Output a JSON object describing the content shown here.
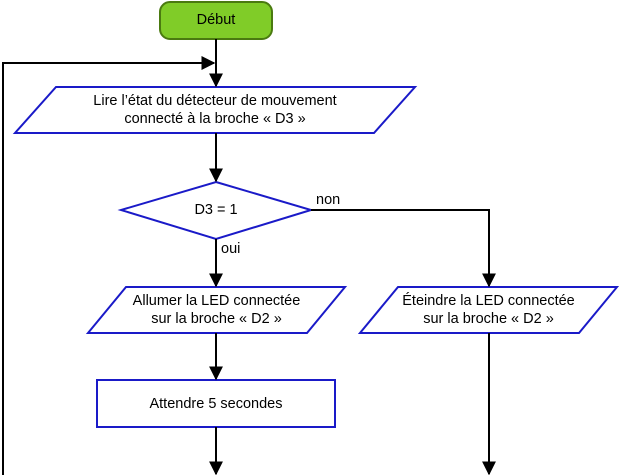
{
  "colors": {
    "terminal_fill": "#80cc28",
    "terminal_stroke": "#4a7a10",
    "shape_stroke": "#1a1ac8",
    "line": "#000000"
  },
  "nodes": {
    "start": {
      "label": "Début"
    },
    "read_sensor": {
      "line1": "Lire l’état du détecteur de mouvement",
      "line2": "connecté à la broche « D3 »"
    },
    "decision": {
      "label": "D3 = 1"
    },
    "led_on": {
      "line1": "Allumer la LED connectée",
      "line2": "sur la broche « D2 »"
    },
    "led_off": {
      "line1": "Éteindre la LED connectée",
      "line2": "sur la broche « D2 »"
    },
    "wait": {
      "label": "Attendre 5 secondes"
    }
  },
  "edges": {
    "yes_label": "oui",
    "no_label": "non"
  }
}
